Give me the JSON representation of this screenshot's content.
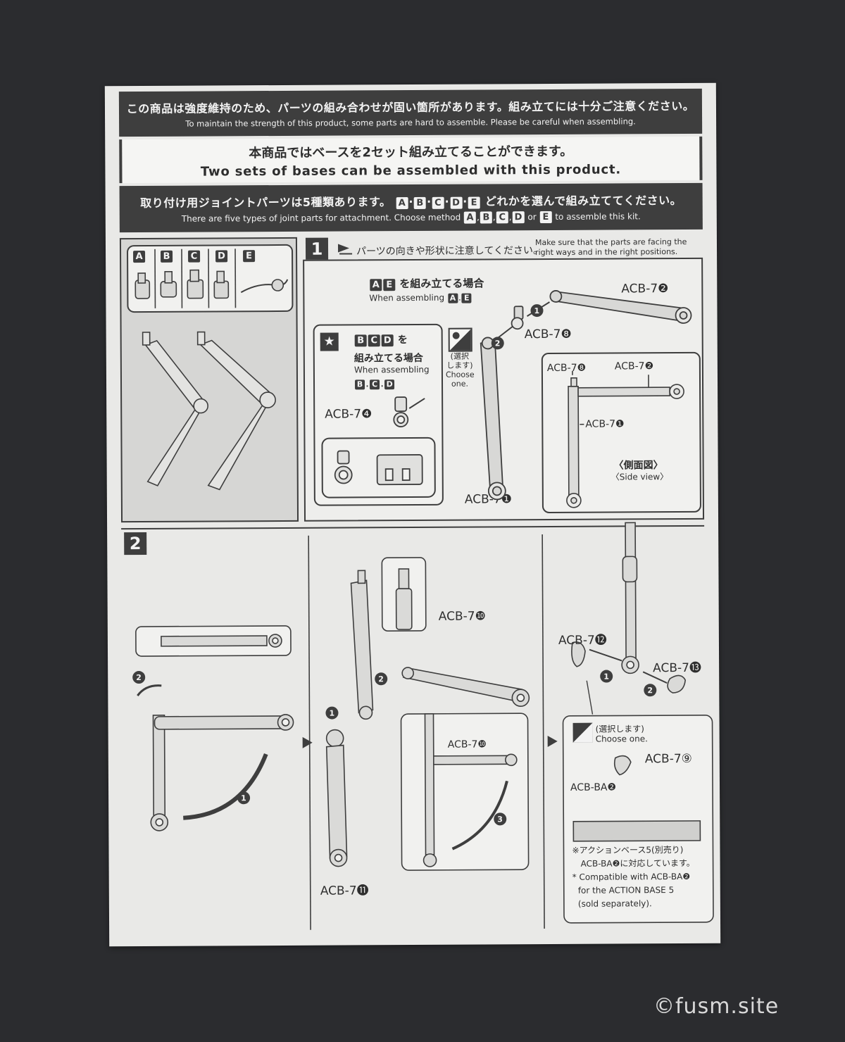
{
  "header": {
    "warning_jp": "この商品は強度維持のため、パーツの組み合わせが固い箇所があります。組み立てには十分ご注意ください。",
    "warning_en": "To maintain the strength of this product, some parts are hard to assemble. Please be careful when assembling.",
    "sets_jp": "本商品ではベースを2セット組み立てることができます。",
    "sets_en": "Two sets of bases can be assembled with this product.",
    "joint_jp_pre": "取り付け用ジョイントパーツは5種類あります。",
    "joint_jp_post": "どれかを選んで組み立ててください。",
    "joint_en_pre": "There are five types of joint parts for attachment. Choose method",
    "joint_en_or": "or",
    "joint_en_post": "to assemble this kit.",
    "letters": [
      "A",
      "B",
      "C",
      "D",
      "E"
    ]
  },
  "step1": {
    "number": "1",
    "note_jp": "パーツの向きや形状に注意してください。",
    "note_en_1": "Make sure that the parts are facing the",
    "note_en_2": "right ways and in the right positions.",
    "ae_jp": "を組み立てる場合",
    "ae_en": "When assembling",
    "bcd_jp_1": "を",
    "bcd_jp_2": "組み立てる場合",
    "bcd_en": "When assembling",
    "choose_jp_1": "(選択",
    "choose_jp_2": "します)",
    "choose_en_1": "Choose",
    "choose_en_2": "one.",
    "side_jp": "〈側面図〉",
    "side_en": "〈Side view〉",
    "labels": {
      "acb7_2": "ACB-7❷",
      "acb7_8": "ACB-7❽",
      "acb7_4": "ACB-7❹",
      "acb7_1": "ACB-7❶",
      "side_acb7_8": "ACB-7❽",
      "side_acb7_2": "ACB-7❷",
      "side_acb7_1": "ACB-7❶"
    }
  },
  "step2": {
    "number": "2",
    "labels": {
      "acb7_10": "ACB-7❿",
      "acb7_11": "ACB-7⓫",
      "acb7_10b": "ACB-7❿",
      "acb7_12": "ACB-7⓬",
      "acb7_13": "ACB-7⓭",
      "acb7_9": "ACB-7⑨",
      "acb_ba2": "ACB-BA❷"
    },
    "choose_jp": "(選択します)",
    "choose_en": "Choose one.",
    "note_jp_1": "※アクションベース5(別売り)",
    "note_jp_2": "ACB-BA❷に対応しています。",
    "note_en_1": "* Compatible with ACB-BA❷",
    "note_en_2": "for the ACTION BASE 5",
    "note_en_3": "(sold separately)."
  },
  "watermark": "©fusm.site"
}
